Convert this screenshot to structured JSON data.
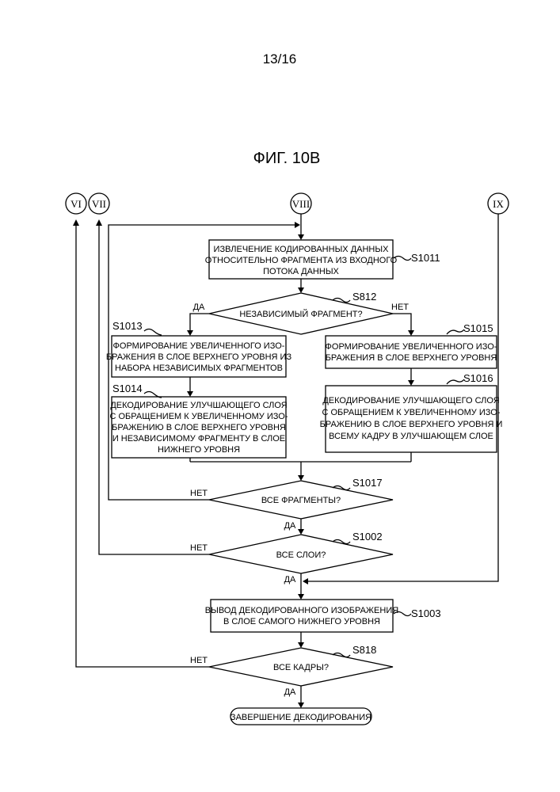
{
  "page": {
    "number": "13/16",
    "figure_title": "ФИГ. 10В"
  },
  "connectors": {
    "vi": "VI",
    "vii": "VII",
    "viii": "VIII",
    "ix": "IX"
  },
  "steps": {
    "s1011": {
      "id": "S1011",
      "lines": [
        "ИЗВЛЕЧЕНИЕ КОДИРОВАННЫХ ДАННЫХ",
        "ОТНОСИТЕЛЬНО ФРАГМЕНТА ИЗ ВХОДНОГО",
        "ПОТОКА ДАННЫХ"
      ]
    },
    "s812": {
      "id": "S812",
      "question": "НЕЗАВИСИМЫЙ ФРАГМЕНТ?",
      "yes": "ДА",
      "no": "НЕТ"
    },
    "s1013": {
      "id": "S1013",
      "lines": [
        "ФОРМИРОВАНИЕ УВЕЛИЧЕННОГО ИЗО-",
        "БРАЖЕНИЯ В СЛОЕ ВЕРХНЕГО УРОВНЯ ИЗ",
        "НАБОРА НЕЗАВИСИМЫХ ФРАГМЕНТОВ"
      ]
    },
    "s1014": {
      "id": "S1014",
      "lines": [
        "ДЕКОДИРОВАНИЕ УЛУЧШАЮЩЕГО СЛОЯ",
        "С ОБРАЩЕНИЕМ К УВЕЛИЧЕННОМУ ИЗО-",
        "БРАЖЕНИЮ В СЛОЕ ВЕРХНЕГО УРОВНЯ",
        "И НЕЗАВИСИМОМУ ФРАГМЕНТУ В СЛОЕ",
        "НИЖНЕГО УРОВНЯ"
      ]
    },
    "s1015": {
      "id": "S1015",
      "lines": [
        "ФОРМИРОВАНИЕ УВЕЛИЧЕННОГО ИЗО-",
        "БРАЖЕНИЯ В СЛОЕ ВЕРХНЕГО УРОВНЯ"
      ]
    },
    "s1016": {
      "id": "S1016",
      "lines": [
        "ДЕКОДИРОВАНИЕ УЛУЧШАЮЩЕГО СЛОЯ",
        "С ОБРАЩЕНИЕМ К УВЕЛИЧЕННОМУ ИЗО-",
        "БРАЖЕНИЮ В СЛОЕ ВЕРХНЕГО УРОВНЯ И",
        "ВСЕМУ КАДРУ В УЛУЧШАЮЩЕМ СЛОЕ"
      ]
    },
    "s1017": {
      "id": "S1017",
      "question": "ВСЕ ФРАГМЕНТЫ?",
      "yes": "ДА",
      "no": "НЕТ"
    },
    "s1002": {
      "id": "S1002",
      "question": "ВСЕ СЛОИ?",
      "yes": "ДА",
      "no": "НЕТ"
    },
    "s1003": {
      "id": "S1003",
      "lines": [
        "ВЫВОД ДЕКОДИРОВАННОГО ИЗОБРАЖЕНИЯ",
        "В СЛОЕ САМОГО НИЖНЕГО УРОВНЯ"
      ]
    },
    "s818": {
      "id": "S818",
      "question": "ВСЕ КАДРЫ?",
      "yes": "ДА",
      "no": "НЕТ"
    },
    "end": {
      "label": "ЗАВЕРШЕНИЕ ДЕКОДИРОВАНИЯ"
    }
  }
}
